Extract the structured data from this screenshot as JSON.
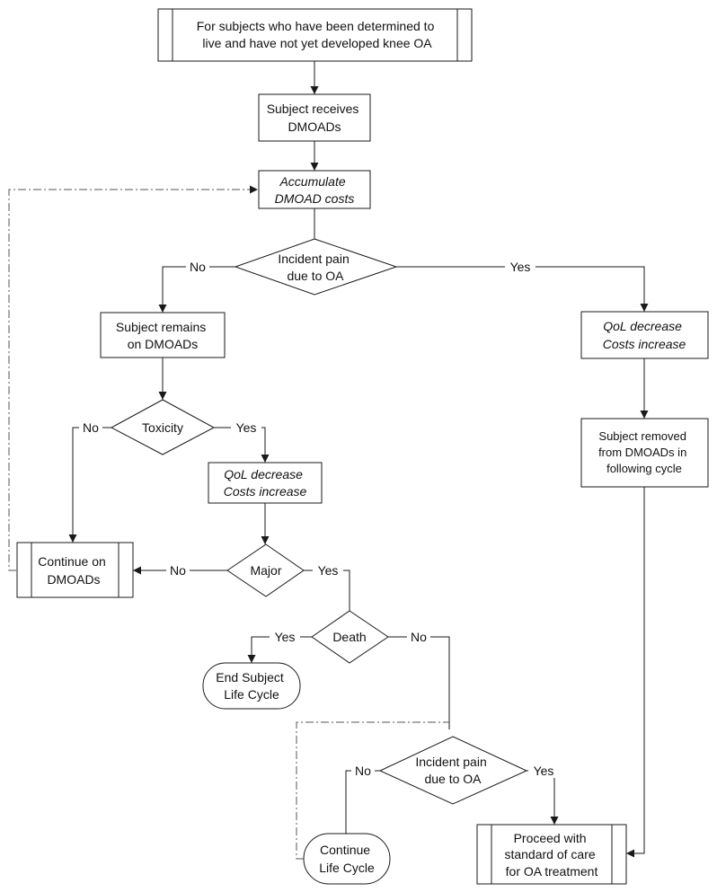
{
  "nodes": {
    "start": {
      "lines": [
        "For subjects who have been determined to",
        "live and have not yet developed knee OA"
      ]
    },
    "receives": {
      "lines": [
        "Subject receives",
        "DMOADs"
      ]
    },
    "accumulate": {
      "lines": [
        "Accumulate",
        "DMOAD costs"
      ]
    },
    "pain1": {
      "lines": [
        "Incident pain",
        "due to OA"
      ]
    },
    "remains": {
      "lines": [
        "Subject remains",
        "on DMOADs"
      ]
    },
    "qol_right": {
      "lines": [
        "QoL decrease",
        "Costs increase"
      ]
    },
    "toxicity": {
      "lines": [
        "Toxicity"
      ]
    },
    "removed": {
      "lines": [
        "Subject removed",
        "from DMOADs in",
        "following cycle"
      ]
    },
    "qol_mid": {
      "lines": [
        "QoL decrease",
        "Costs increase"
      ]
    },
    "continue_dmoads": {
      "lines": [
        "Continue on",
        "DMOADs"
      ]
    },
    "major": {
      "lines": [
        "Major"
      ]
    },
    "death": {
      "lines": [
        "Death"
      ]
    },
    "end_subject": {
      "lines": [
        "End Subject",
        "Life Cycle"
      ]
    },
    "pain2": {
      "lines": [
        "Incident pain",
        "due to OA"
      ]
    },
    "continue_life": {
      "lines": [
        "Continue",
        "Life Cycle"
      ]
    },
    "proceed": {
      "lines": [
        "Proceed with",
        "standard of care",
        "for OA treatment"
      ]
    }
  },
  "edge_labels": {
    "pain1_no": "No",
    "pain1_yes": "Yes",
    "toxicity_no": "No",
    "toxicity_yes": "Yes",
    "major_no": "No",
    "major_yes": "Yes",
    "death_yes": "Yes",
    "death_no": "No",
    "pain2_no": "No",
    "pain2_yes": "Yes"
  }
}
